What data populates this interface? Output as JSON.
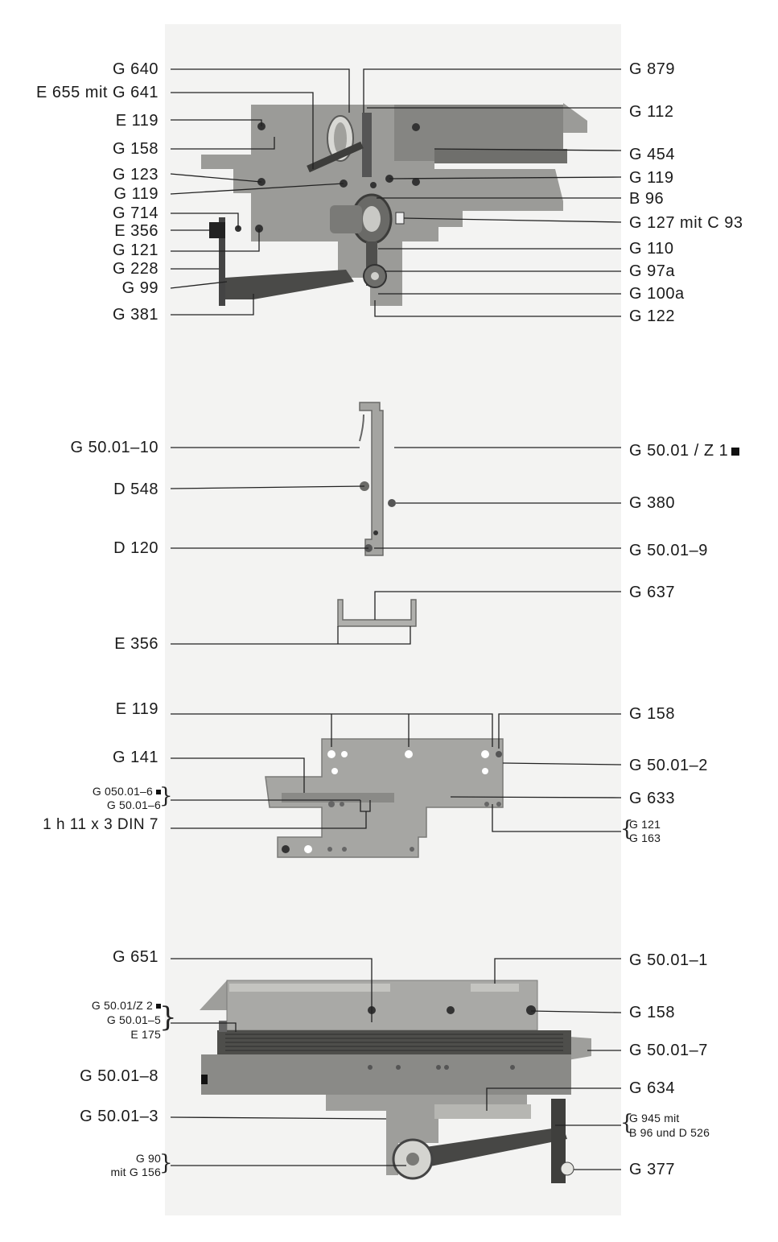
{
  "labels": {
    "s1_left": [
      "G 640",
      "E 655 mit G 641",
      "E 119",
      "G 158",
      "G 123",
      "G 119",
      "G 714",
      "E 356",
      "G 121",
      "G 228",
      "G 99",
      "G 381"
    ],
    "s1_right": [
      "G 879",
      "G 112",
      "G 454",
      "G 119",
      "B 96",
      "G 127 mit C 93",
      "G 110",
      "G 97a",
      "G 100a",
      "G 122"
    ],
    "s2_left": [
      "G 50.01–10",
      "D 548",
      "D 120"
    ],
    "s2_right": [
      "G 50.01 / Z 1",
      "G 380",
      "G 50.01–9"
    ],
    "s3_left": [
      "E 356"
    ],
    "s3_right": [
      "G 637"
    ],
    "s4_left": [
      "E 119",
      "G 141",
      "G 050.01–6",
      "G 50.01–6",
      "1 h 11 x 3 DIN 7"
    ],
    "s4_right": [
      "G 158",
      "G 50.01–2",
      "G 633",
      "G 121",
      "G 163"
    ],
    "s5_left": [
      "G 651",
      "G 50.01/Z 2",
      "G 50.01–5",
      "E 175",
      "G 50.01–8",
      "G 50.01–3",
      "G 90",
      "mit G 156"
    ],
    "s5_right": [
      "G 50.01–1",
      "G 158",
      "G 50.01–7",
      "G 634",
      "G 945 mit",
      "B 96 und D 526",
      "G 377"
    ]
  },
  "colors": {
    "line": "#222222",
    "part": "#8e8e8c",
    "part_dark": "#5c5c5a",
    "part_light": "#b9b9b6",
    "photo_bg": "#f3f3f2"
  }
}
